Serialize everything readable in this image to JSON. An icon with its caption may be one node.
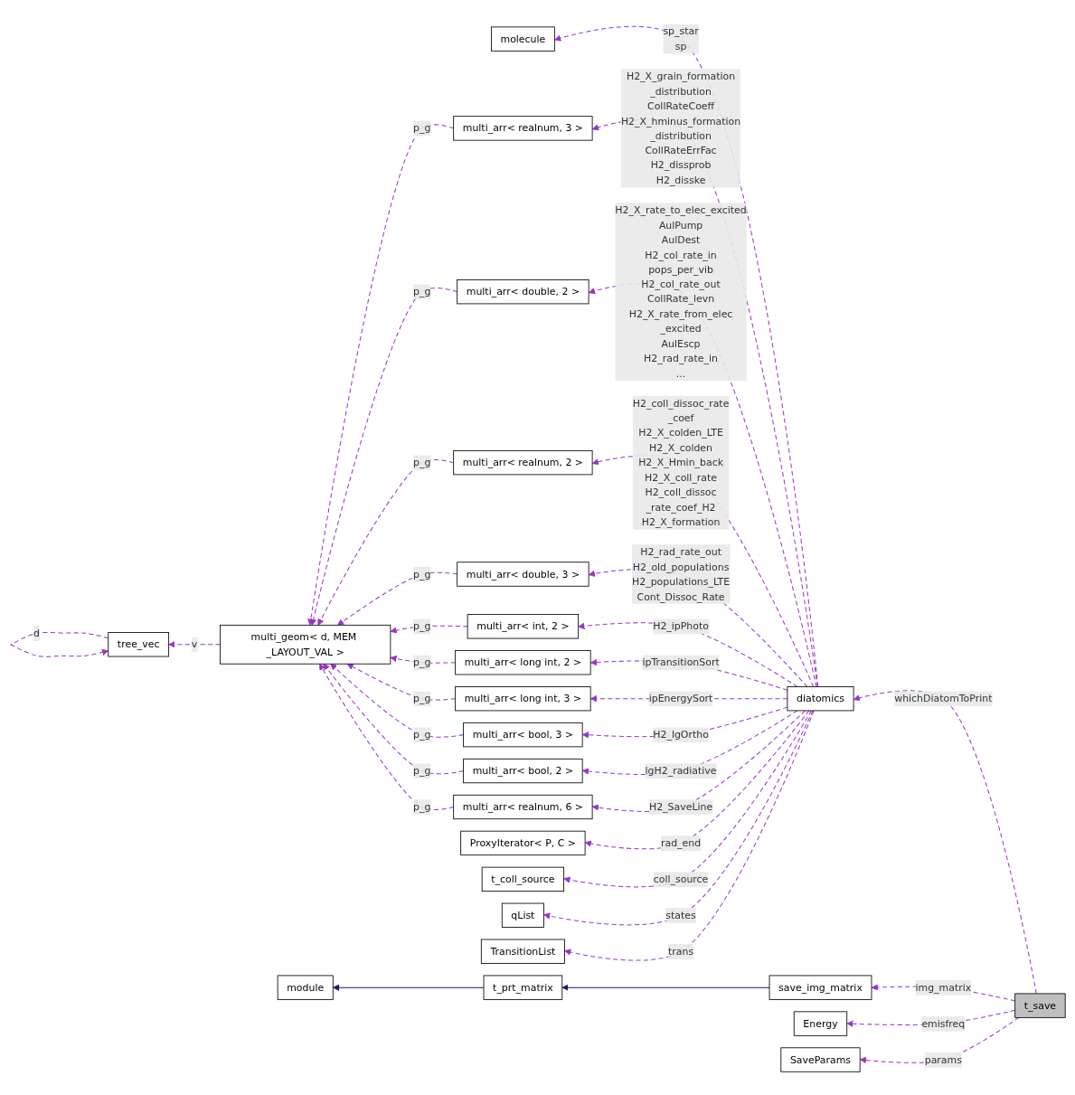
{
  "diagram": {
    "nodes": [
      {
        "text": [
          "molecule"
        ]
      },
      {
        "text": [
          "multi_arr< realnum, 3 >"
        ]
      },
      {
        "text": [
          "multi_arr< double, 2 >"
        ]
      },
      {
        "text": [
          "multi_arr< realnum, 2 >"
        ]
      },
      {
        "text": [
          "multi_arr< double, 3 >"
        ]
      },
      {
        "text": [
          "multi_arr< int, 2 >"
        ]
      },
      {
        "text": [
          "multi_arr< long int, 2 >"
        ]
      },
      {
        "text": [
          "multi_arr< long int, 3 >"
        ]
      },
      {
        "text": [
          "multi_arr< bool, 3 >"
        ]
      },
      {
        "text": [
          "multi_arr< bool, 2 >"
        ]
      },
      {
        "text": [
          "multi_arr< realnum, 6 >"
        ]
      },
      {
        "text": [
          "ProxyIterator< P, C >"
        ]
      },
      {
        "text": [
          "t_coll_source"
        ]
      },
      {
        "text": [
          "qList"
        ]
      },
      {
        "text": [
          "TransitionList"
        ]
      },
      {
        "text": [
          "module"
        ]
      },
      {
        "text": [
          "t_prt_matrix"
        ]
      },
      {
        "text": [
          "tree_vec"
        ]
      },
      {
        "text": [
          "multi_geom< d, MEM _LAYOUT_VAL >"
        ]
      },
      {
        "text": [
          "diatomics"
        ]
      },
      {
        "text": [
          "save_img_matrix"
        ]
      },
      {
        "text": [
          "Energy"
        ]
      },
      {
        "text": [
          "SaveParams"
        ]
      },
      {
        "text": [
          "t_save"
        ]
      }
    ],
    "edges": [
      {
        "from": 19,
        "to": 0,
        "arrow": "to",
        "style": "dashed",
        "label": "sp_star sp"
      },
      {
        "from": 19,
        "to": 1,
        "arrow": "to",
        "style": "dashed",
        "label": "H2_X_grain_formation _distribution CollRateCoeff H2_X_hminus_formation _distribution CollRateErrFac H2_dissprob H2_disske"
      },
      {
        "from": 19,
        "to": 2,
        "arrow": "to",
        "style": "dashed",
        "label": "H2_X_rate_to_elec_excited AulPump AulDest H2_col_rate_in pops_per_vib H2_col_rate_out CollRate_levn H2_X_rate_from_elec _excited AulEscp H2_rad_rate_in ..."
      },
      {
        "from": 19,
        "to": 3,
        "arrow": "to",
        "style": "dashed",
        "label": "H2_coll_dissoc_rate _coef H2_X_colden_LTE H2_X_colden H2_X_Hmin_back H2_X_coll_rate H2_coll_dissoc _rate_coef_H2 H2_X_formation"
      },
      {
        "from": 19,
        "to": 4,
        "arrow": "to",
        "style": "dashed",
        "label": "H2_rad_rate_out H2_old_populations H2_populations_LTE Cont_Dissoc_Rate"
      },
      {
        "from": 19,
        "to": 5,
        "arrow": "to",
        "style": "dashed",
        "label": "H2_ipPhoto"
      },
      {
        "from": 19,
        "to": 6,
        "arrow": "to",
        "style": "dashed",
        "label": "ipTransitionSort"
      },
      {
        "from": 19,
        "to": 7,
        "arrow": "to",
        "style": "dashed",
        "label": "ipEnergySort"
      },
      {
        "from": 19,
        "to": 8,
        "arrow": "to",
        "style": "dashed",
        "label": "H2_lgOrtho"
      },
      {
        "from": 19,
        "to": 9,
        "arrow": "to",
        "style": "dashed",
        "label": "lgH2_radiative"
      },
      {
        "from": 19,
        "to": 10,
        "arrow": "to",
        "style": "dashed",
        "label": "H2_SaveLine"
      },
      {
        "from": 19,
        "to": 11,
        "arrow": "to",
        "style": "dashed",
        "label": "rad_end"
      },
      {
        "from": 19,
        "to": 12,
        "arrow": "to",
        "style": "dashed",
        "label": "coll_source"
      },
      {
        "from": 19,
        "to": 13,
        "arrow": "to",
        "style": "dashed",
        "label": "states"
      },
      {
        "from": 19,
        "to": 14,
        "arrow": "to",
        "style": "dashed",
        "label": "trans"
      },
      {
        "from": 1,
        "to": 18,
        "arrow": "to",
        "style": "dashed",
        "label": "p_g"
      },
      {
        "from": 2,
        "to": 18,
        "arrow": "to",
        "style": "dashed",
        "label": "p_g"
      },
      {
        "from": 3,
        "to": 18,
        "arrow": "to",
        "style": "dashed",
        "label": "p_g"
      },
      {
        "from": 4,
        "to": 18,
        "arrow": "to",
        "style": "dashed",
        "label": "p_g"
      },
      {
        "from": 5,
        "to": 18,
        "arrow": "to",
        "style": "dashed",
        "label": "p_g"
      },
      {
        "from": 6,
        "to": 18,
        "arrow": "to",
        "style": "dashed",
        "label": "p_g"
      },
      {
        "from": 7,
        "to": 18,
        "arrow": "to",
        "style": "dashed",
        "label": "p_g"
      },
      {
        "from": 8,
        "to": 18,
        "arrow": "to",
        "style": "dashed",
        "label": "p_g"
      },
      {
        "from": 9,
        "to": 18,
        "arrow": "to",
        "style": "dashed",
        "label": "p_g"
      },
      {
        "from": 10,
        "to": 18,
        "arrow": "to",
        "style": "dashed",
        "label": "p_g"
      },
      {
        "from": 18,
        "to": 17,
        "arrow": "to",
        "style": "dashed",
        "label": "v"
      },
      {
        "from": 17,
        "to": 17,
        "arrow": "to",
        "style": "dashed",
        "label": "d"
      },
      {
        "from": 16,
        "to": 15,
        "arrow": "to",
        "color": "#191970"
      },
      {
        "from": 20,
        "to": 16,
        "arrow": "to",
        "color": "#191970"
      },
      {
        "from": 23,
        "to": 19,
        "arrow": "to",
        "style": "dashed",
        "label": "whichDiatomToPrint"
      },
      {
        "from": 23,
        "to": 20,
        "arrow": "to",
        "style": "dashed",
        "label": "img_matrix"
      },
      {
        "from": 23,
        "to": 21,
        "arrow": "to",
        "style": "dashed",
        "label": "emisfreq"
      },
      {
        "from": 23,
        "to": 22,
        "arrow": "to",
        "style": "dashed",
        "label": "params"
      }
    ]
  }
}
